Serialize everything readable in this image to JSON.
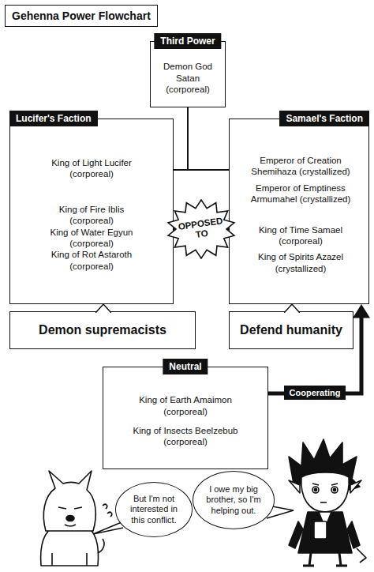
{
  "diagram": {
    "title": "Gehenna Power Flowchart",
    "nodes": [
      {
        "text": [
          "Third Power",
          "Demon God Satan (corporeal)"
        ]
      },
      {
        "text": [
          "Lucifer's Faction",
          "King of Light Lucifer (corporeal)",
          "King of Fire Iblis (corporeal)",
          "King of Water Egyun (corporeal)",
          "King of Rot Astaroth (corporeal)"
        ]
      },
      {
        "text": [
          "Samael's Faction",
          "Emperor of Creation Shemihaza (crystallized)",
          "Emperor of Emptiness Armumahel (crystallized)",
          "King of Time Samael (corporeal)",
          "King of Spirits Azazel (crystallized)"
        ]
      },
      {
        "text": [
          "Demon supremacists"
        ]
      },
      {
        "text": [
          "Defend humanity"
        ]
      },
      {
        "text": [
          "Neutral",
          "King of Earth Amaimon (corporeal)",
          "King of Insects Beelzebub (corporeal)"
        ]
      },
      {
        "text": [
          "But I'm not interested in this conflict."
        ]
      },
      {
        "text": [
          "I owe my big brother, so I'm helping out."
        ]
      }
    ],
    "edges": [
      {
        "from": 0,
        "to": 1,
        "arrow": "none"
      },
      {
        "from": 0,
        "to": 2,
        "arrow": "none"
      },
      {
        "from": 1,
        "to": 2,
        "arrow": "none",
        "label": "OPPOSED TO"
      },
      {
        "from": 5,
        "to": 2,
        "arrow": "to",
        "label": "Cooperating"
      }
    ]
  }
}
